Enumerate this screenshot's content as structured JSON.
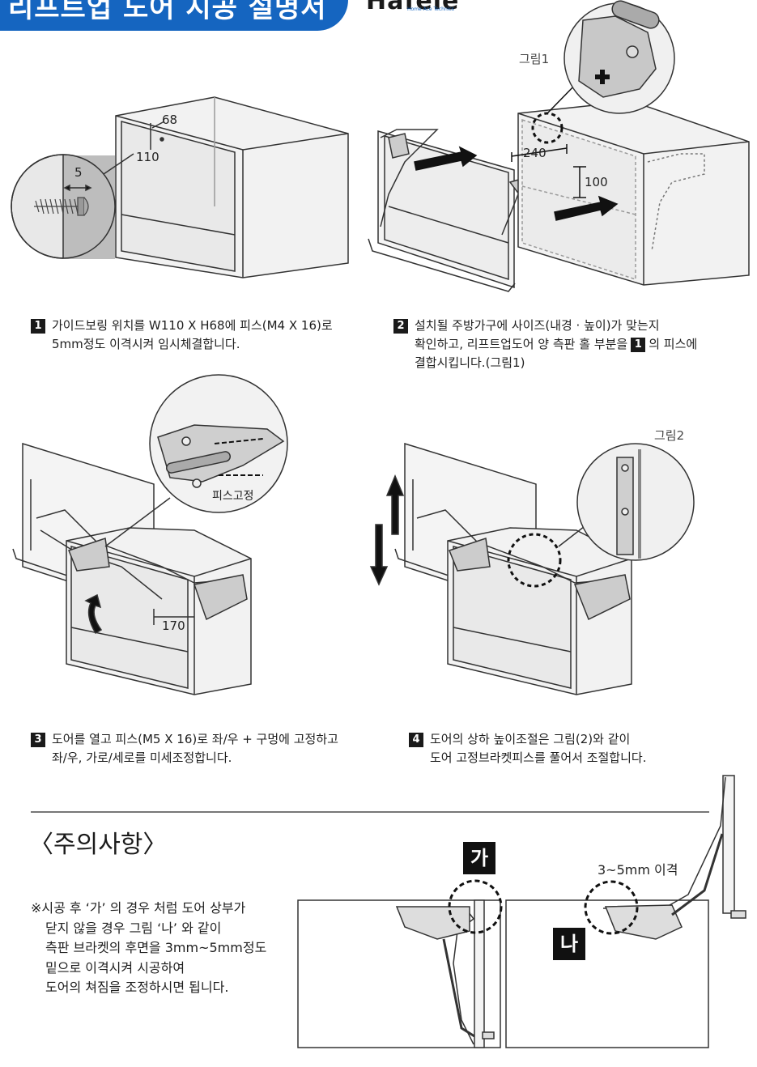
{
  "header": {
    "title": "리프트업 도어 시공 설명서",
    "brand": "Hafele",
    "brand_sub": "Home Ace Technics"
  },
  "figures": {
    "fig1_label": "그림1",
    "fig2_label": "그림2",
    "dim_68": "68",
    "dim_110": "110",
    "dim_5": "5",
    "dim_240": "240",
    "dim_100": "100",
    "dim_170": "170",
    "screw_fix_label": "피스고정",
    "gap_label": "3~5mm 이격"
  },
  "steps": [
    {
      "number": "1",
      "line1": "가이드보링 위치를 W110 X H68에 피스(M4 X 16)로",
      "line2": "5mm정도 이격시켜 임시체결합니다."
    },
    {
      "number": "2",
      "line1": "설치될 주방가구에 사이즈(내경 · 높이)가 맞는지",
      "line2a": "확인하고, 리프트업도어 양 측판 홀 부분을",
      "line2_ref": "1",
      "line2b": "의 피스에",
      "line3": "결합시킵니다.(그림1)"
    },
    {
      "number": "3",
      "line1": "도어를 열고 피스(M5 X 16)로 좌/우 + 구멍에 고정하고",
      "line2": "좌/우, 가로/세로를 미세조정합니다."
    },
    {
      "number": "4",
      "line1": "도어의 상하 높이조절은 그림(2)와 같이",
      "line2": "도어 고정브라켓피스를 풀어서 조절합니다."
    }
  ],
  "caution": {
    "title": "〈주의사항〉",
    "lines": [
      "※시공 후 ‘가’ 의 경우 처럼 도어 상부가",
      "닫지 않을 경우 그림 ‘나’ 와 같이",
      "측판 브라켓의 후면을 3mm~5mm정도",
      "밑으로 이격시켜 시공하여",
      "도어의 쳐짐을 조정하시면 됩니다."
    ],
    "tag_ga": "가",
    "tag_na": "나"
  }
}
